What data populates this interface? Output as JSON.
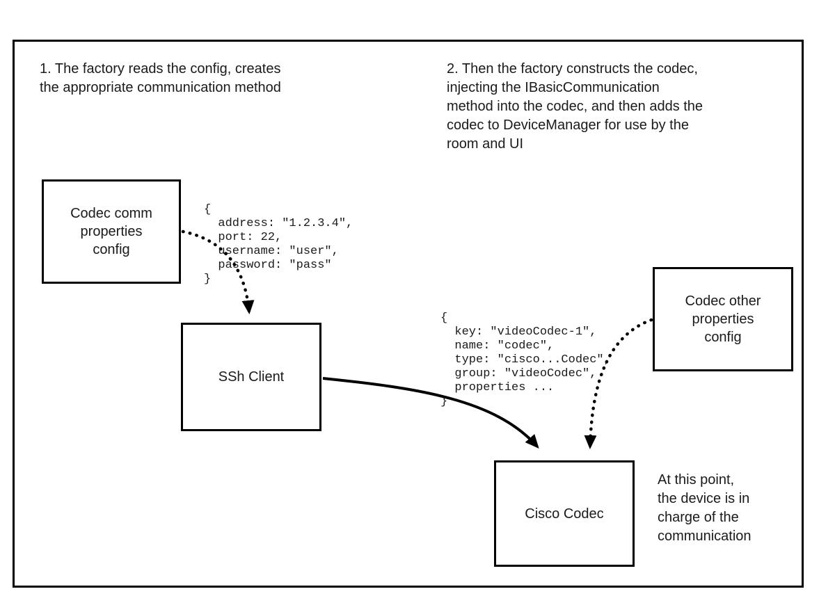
{
  "annotations": {
    "step1": "1. The factory reads the config, creates\nthe appropriate communication method",
    "step2": "2. Then the factory constructs the codec,\ninjecting the IBasicCommunication\nmethod into the codec, and then adds the\ncodec to DeviceManager for use by the\nroom and UI",
    "final_note": "At this point,\nthe device is in\ncharge of the\ncommunication"
  },
  "nodes": {
    "comm_config": {
      "label": "Codec comm\nproperties\nconfig"
    },
    "ssh_client": {
      "label": "SSh Client"
    },
    "other_config": {
      "label": "Codec other\nproperties\nconfig"
    },
    "cisco_codec": {
      "label": "Cisco Codec"
    }
  },
  "code_snippets": {
    "comm_properties": "{\n  address: \"1.2.3.4\",\n  port: 22,\n  username: \"user\",\n  password: \"pass\"\n}",
    "codec_properties": "{\n  key: \"videoCodec-1\",\n  name: \"codec\",\n  type: \"cisco...Codec\",\n  group: \"videoCodec\",\n  properties ...\n}"
  },
  "colors": {
    "stroke": "#000000",
    "background": "#ffffff",
    "text": "#1a1a1a"
  }
}
